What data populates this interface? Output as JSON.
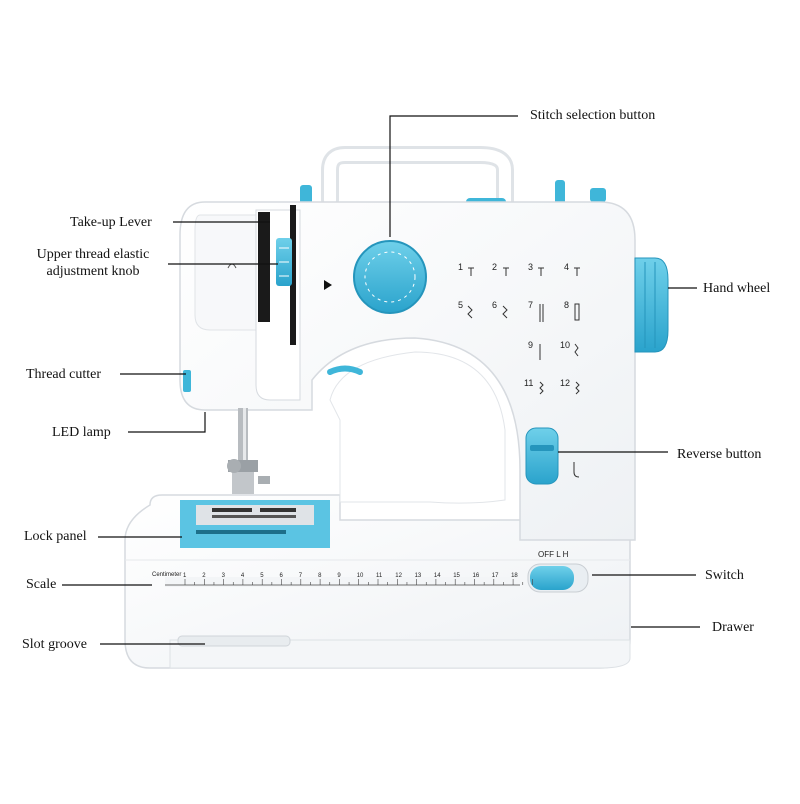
{
  "callouts": {
    "stitch_selection_button": "Stitch selection button",
    "take_up_lever": "Take-up Lever",
    "upper_thread_line1": "Upper thread elastic",
    "upper_thread_line2": "adjustment knob",
    "hand_wheel": "Hand wheel",
    "thread_cutter": "Thread cutter",
    "led_lamp": "LED lamp",
    "reverse_button": "Reverse button",
    "lock_panel": "Lock panel",
    "switch": "Switch",
    "scale": "Scale",
    "drawer": "Drawer",
    "slot_groove": "Slot groove"
  },
  "machine": {
    "stitch_numbers": [
      "1",
      "2",
      "3",
      "4",
      "5",
      "6",
      "7",
      "8",
      "9",
      "10",
      "11",
      "12"
    ],
    "switch_label": "OFF  L  H",
    "ruler_unit": "Centimeter",
    "ruler_marks": [
      "1",
      "2",
      "3",
      "4",
      "5",
      "6",
      "7",
      "8",
      "9",
      "10",
      "11",
      "12",
      "13",
      "14",
      "15",
      "16",
      "17",
      "18"
    ]
  },
  "colors": {
    "accent": "#3fb6d9",
    "body": "#ffffff",
    "outline": "#d9dde2",
    "leader_line": "#111111"
  }
}
